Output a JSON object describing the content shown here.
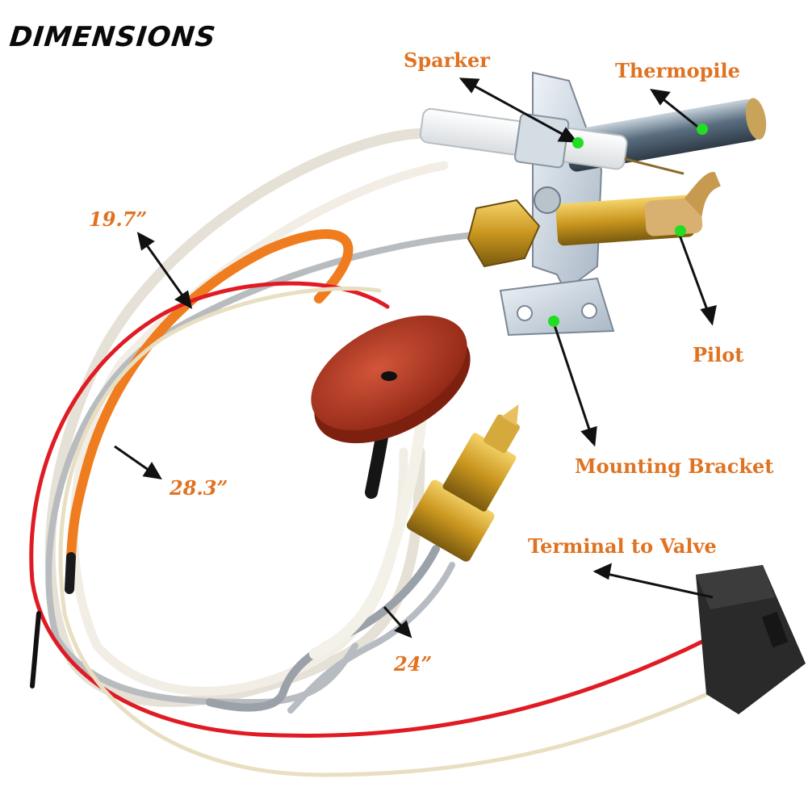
{
  "title": "DIMENSIONS",
  "labels": {
    "sparker": "Sparker",
    "thermopile": "Thermopile",
    "pilot": "Pilot",
    "mounting_bracket": "Mounting Bracket",
    "terminal_to_valve": "Terminal to Valve"
  },
  "dimensions": {
    "orange_wire": "19.7”",
    "wire_length": "28.3”",
    "tube_length": "24”"
  },
  "colors": {
    "label": "#e07322",
    "title": "#0a0a0a",
    "marker": "#22dd22",
    "arrow": "#111111"
  }
}
